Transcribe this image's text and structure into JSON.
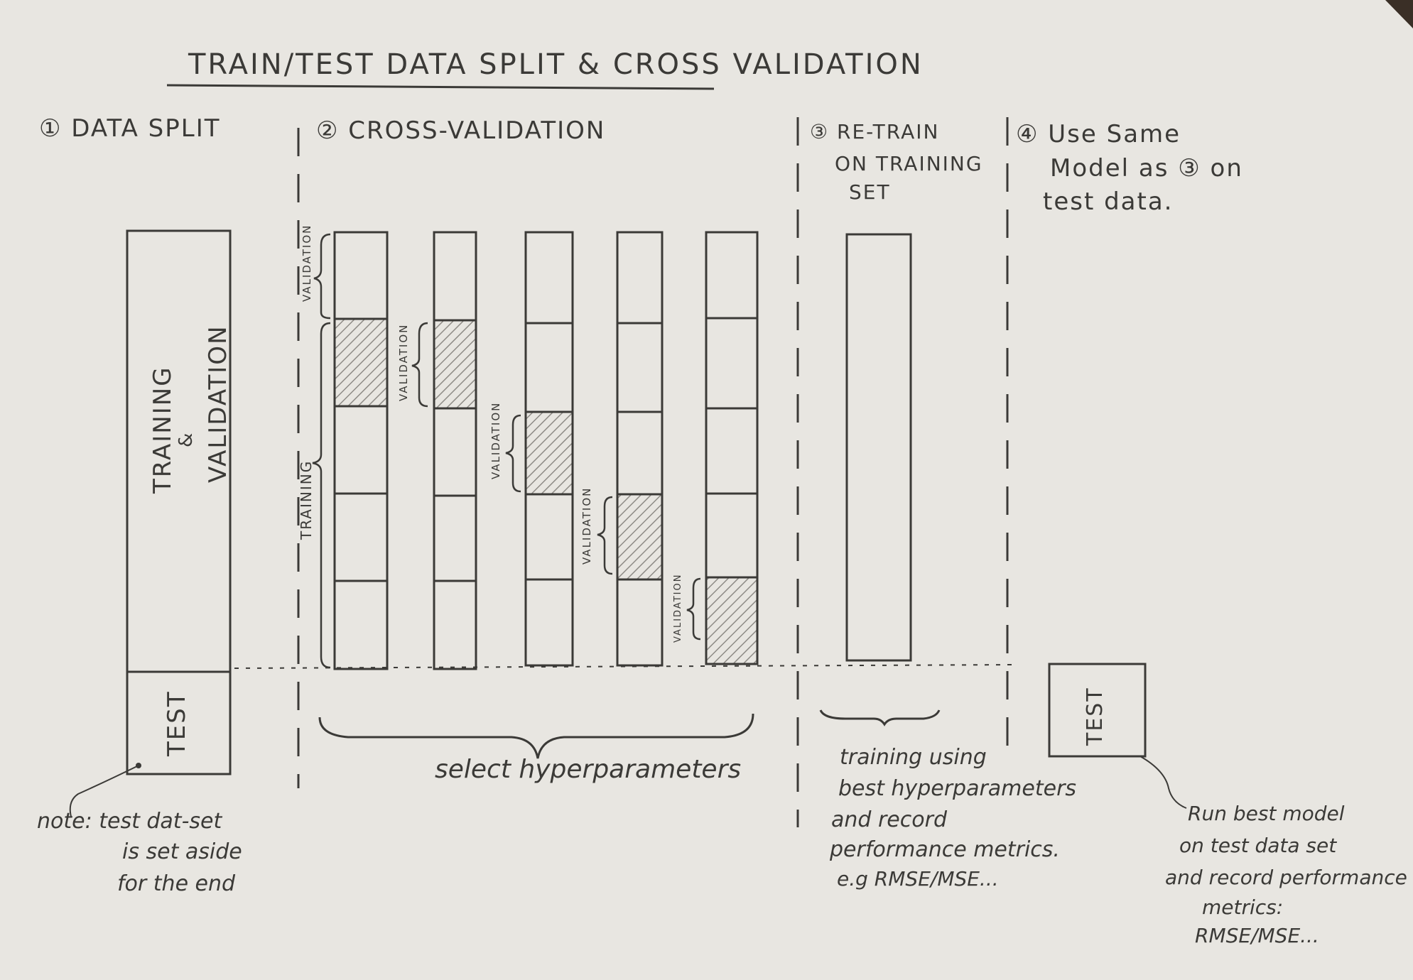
{
  "title": "TRAIN/TEST DATA SPLIT & CROSS VALIDATION",
  "sections": {
    "s1": "① DATA SPLIT",
    "s2": "② CROSS-VALIDATION",
    "s3_l1": "③ RE-TRAIN",
    "s3_l2": "ON TRAINING",
    "s3_l3": "SET",
    "s4_l1": "④ Use Same",
    "s4_l2": "Model as ③ on",
    "s4_l3": "test data."
  },
  "split_box": {
    "train_label_1": "TRAINING",
    "train_label_2": "&",
    "train_label_3": "VALIDATION",
    "test_label": "TEST"
  },
  "cv": {
    "validation_label": "VALIDATION",
    "training_label": "TRAINING",
    "folds": 5,
    "blocks_per_fold": 5
  },
  "final_test_label": "TEST",
  "notes": {
    "n1_l1": "note:  test dat-set",
    "n1_l2": "is set aside",
    "n1_l3": "for the end",
    "hyper": "select  hyperparameters",
    "n3_l1": "training using",
    "n3_l2": "best hyperparameters",
    "n3_l3": "and record",
    "n3_l4": "performance metrics.",
    "n3_l5": "e.g RMSE/MSE...",
    "n4_l1": "Run best model",
    "n4_l2": "on test data set",
    "n4_l3": "and record performance",
    "n4_l4": "metrics:",
    "n4_l5": "RMSE/MSE..."
  },
  "colors": {
    "paper": "#e8e6e1",
    "ink": "#3b3a37",
    "hatch": "#8e8b86",
    "table": "#3a2f26"
  }
}
